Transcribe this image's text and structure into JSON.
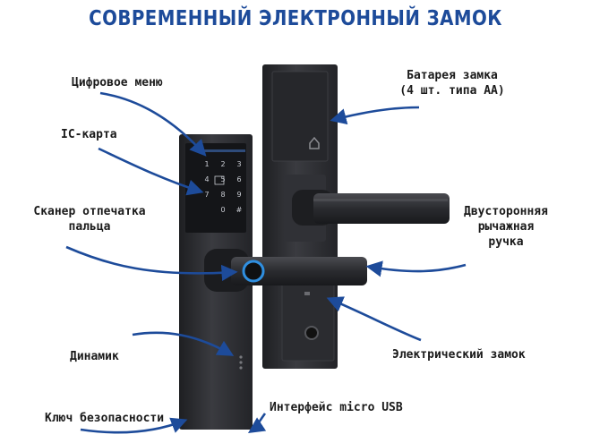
{
  "title": "СОВРЕМЕННЫЙ ЭЛЕКТРОННЫЙ ЗАМОК",
  "labels": {
    "digital_menu": "Цифровое меню",
    "ic_card": "IC-карта",
    "fingerprint_line1": "Сканер отпечатка",
    "fingerprint_line2": "пальца",
    "speaker": "Динамик",
    "security_key": "Ключ безопасности",
    "usb": "Интерфейс micro USB",
    "battery_line1": "Батарея замка",
    "battery_line2": "(4 шт. типа АА)",
    "handle_line1": "Двусторонняя",
    "handle_line2": "рычажная",
    "handle_line3": "ручка",
    "electric_lock": "Электрический замок"
  },
  "keypad": [
    "1",
    "2",
    "3",
    "4",
    "5",
    "6",
    "7",
    "8",
    "9",
    "0",
    "#"
  ],
  "colors": {
    "title": "#1d4b9a",
    "arrow": "#1d4b9a",
    "lock_body": "#2c2d31",
    "fingerprint_ring": "#2f8fe0"
  }
}
